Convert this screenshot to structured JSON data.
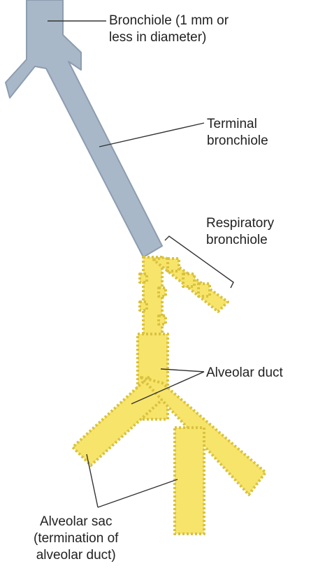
{
  "labels": {
    "bronchiole": [
      "Bronchiole (1 mm or",
      "less in diameter)"
    ],
    "terminal_bronchiole": [
      "Terminal",
      "bronchiole"
    ],
    "respiratory_bronchiole": [
      "Respiratory",
      "bronchiole"
    ],
    "alveolar_duct": [
      "Alveolar duct"
    ],
    "alveolar_sac": [
      "Alveolar sac",
      "(termination of",
      "alveolar duct)"
    ]
  },
  "colors": {
    "bronchiole": "#a9b8c8",
    "bronchiole_edge": "#8c9db0",
    "alveolar": "#f7e46a",
    "alveolar_edge": "#d9c23e",
    "leader": "#333333",
    "text": "#222222"
  }
}
